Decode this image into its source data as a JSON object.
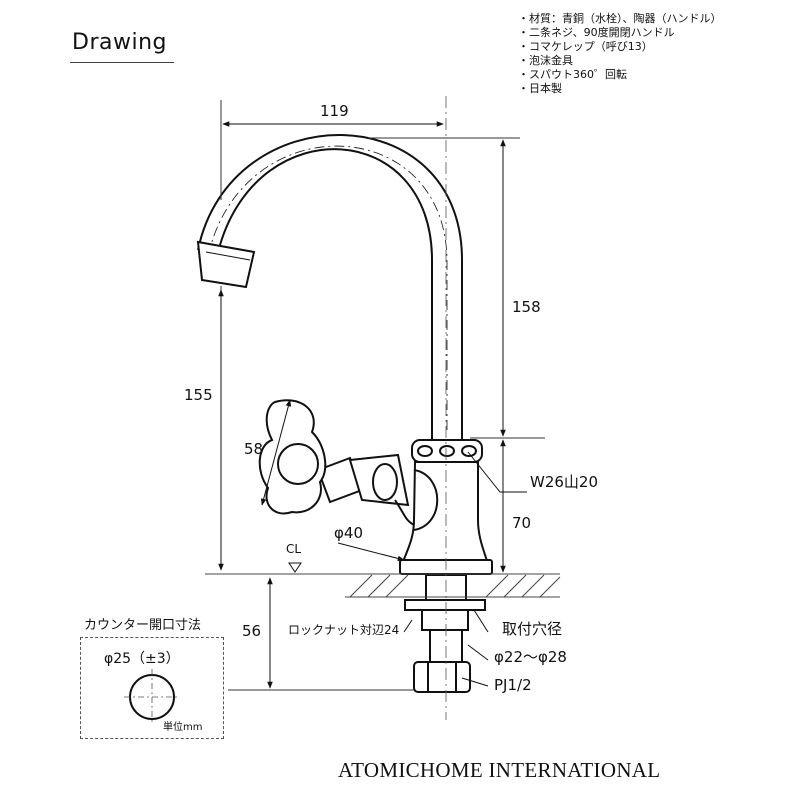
{
  "title": "Drawing",
  "notes": [
    "材質：青銅（水栓）、陶器（ハンドル）",
    "二条ネジ、90度開閉ハンドル",
    "コマケレップ（呼び13）",
    "泡沫金具",
    "スパウト360゜回転",
    "日本製"
  ],
  "dimensions": {
    "width_top": "119",
    "height_spout": "155",
    "height_right": "158",
    "handle": "58",
    "base_height": "70",
    "below_counter": "56",
    "base_dia": "φ40",
    "thread": "W26山20",
    "centerline": "CL"
  },
  "callouts": {
    "locknut": "ロックナット対辺24",
    "hole_label": "取付穴径",
    "hole_range": "φ22〜φ28",
    "pipe": "PJ1/2"
  },
  "counter": {
    "title": "カウンター開口寸法",
    "diameter": "φ25（±3）",
    "unit": "単位mm"
  },
  "footer": "ATOMICHOME INTERNATIONAL"
}
